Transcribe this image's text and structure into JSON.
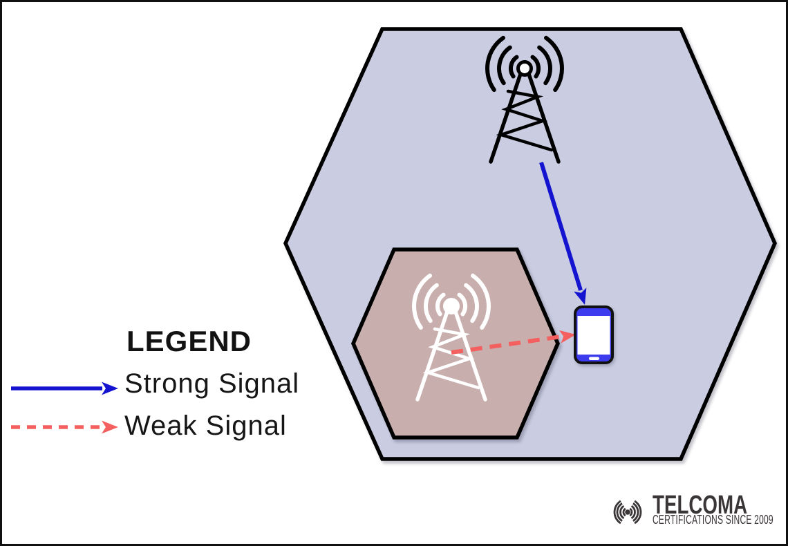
{
  "diagram": {
    "macro_cell": {
      "shape": "hexagon",
      "fill": "#cacde1",
      "outline": "#000000",
      "tower_icon": "cell-tower-icon",
      "tower_color": "#000000"
    },
    "small_cell": {
      "shape": "hexagon",
      "fill": "#c9aeae",
      "outline": "#000000",
      "tower_icon": "cell-tower-icon",
      "tower_color": "#ffffff"
    },
    "phone": {
      "icon": "smartphone-icon",
      "body": "#ffffff",
      "accent": "#3c3cee",
      "outline": "#111111"
    },
    "connections": [
      {
        "name": "strong-signal-arrow",
        "from": "macro-cell-tower",
        "to": "phone",
        "style": "solid",
        "color": "#1414d0"
      },
      {
        "name": "weak-signal-arrow",
        "from": "small-cell-tower",
        "to": "phone",
        "style": "dashed",
        "color": "#f4605f"
      }
    ]
  },
  "legend": {
    "heading": "LEGEND",
    "items": [
      {
        "label": "Strong Signal",
        "style": "solid",
        "color": "#1414d0"
      },
      {
        "label": "Weak Signal",
        "style": "dashed",
        "color": "#f4605f"
      }
    ]
  },
  "branding": {
    "icon": "radio-signal-icon",
    "name": "TELCOMA",
    "tagline": "CERTIFICATIONS SINCE 2009",
    "color": "#3a3536"
  }
}
